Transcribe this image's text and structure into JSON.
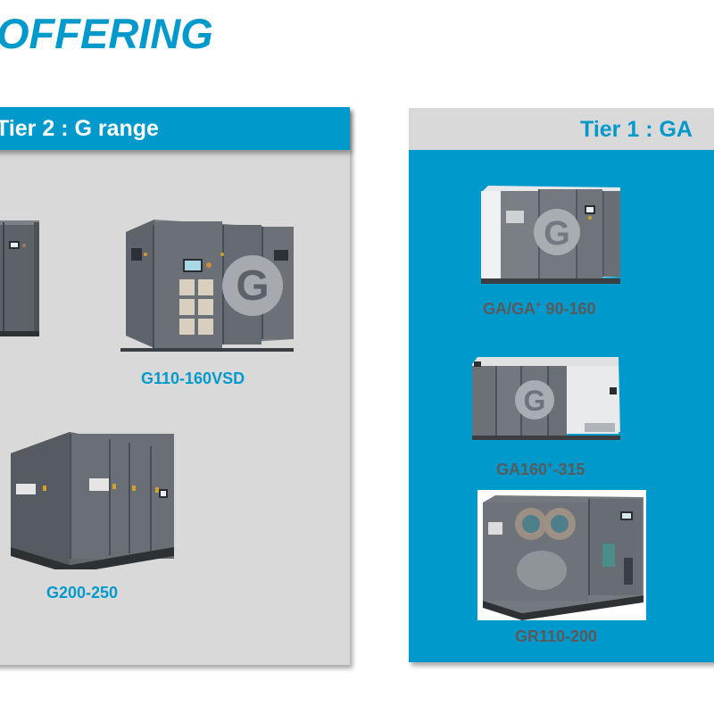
{
  "slide": {
    "title": "OFFERING",
    "accent_color": "#0099cc",
    "panel_gray": "#d9d9d9"
  },
  "tier2": {
    "header": "Tier 2 : G range",
    "products": [
      {
        "name": "G110-160VSD",
        "image": "compressor-g110-160vsd"
      },
      {
        "name": "G200-250",
        "image": "compressor-g200-250"
      }
    ],
    "partial_product_image": "compressor-partial"
  },
  "tier1": {
    "header": "Tier 1 : GA",
    "products": [
      {
        "name_base": "GA/GA",
        "name_sup": "+",
        "name_rest": " 90-160",
        "image": "compressor-ga-90-160"
      },
      {
        "name_base": "GA160",
        "name_sup": "+",
        "name_rest": "-315",
        "image": "compressor-ga160-315"
      },
      {
        "name_base": "GR110-200",
        "name_sup": "",
        "name_rest": "",
        "image": "compressor-gr110-200"
      }
    ]
  }
}
